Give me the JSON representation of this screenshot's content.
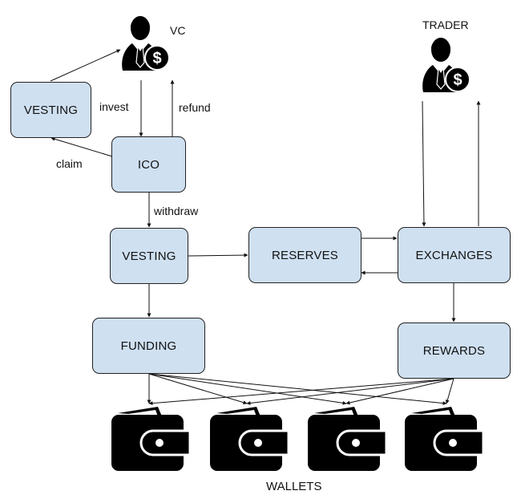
{
  "people": {
    "vc": {
      "label": "VC",
      "icon": "investor-dollar-icon"
    },
    "trader": {
      "label": "TRADER",
      "icon": "trader-dollar-icon"
    }
  },
  "nodes": {
    "vesting_top": "VESTING",
    "ico": "ICO",
    "vesting": "VESTING",
    "reserves": "RESERVES",
    "exchanges": "EXCHANGES",
    "funding": "FUNDING",
    "rewards": "REWARDS"
  },
  "edges": {
    "invest": "invest",
    "refund": "refund",
    "claim": "claim",
    "withdraw": "withdraw"
  },
  "wallets": {
    "label": "WALLETS",
    "count": 4,
    "icon": "wallet-icon"
  },
  "colors": {
    "box_fill": "#cfe0f1",
    "box_border": "#222222",
    "line": "#111111",
    "icon": "#000000"
  }
}
